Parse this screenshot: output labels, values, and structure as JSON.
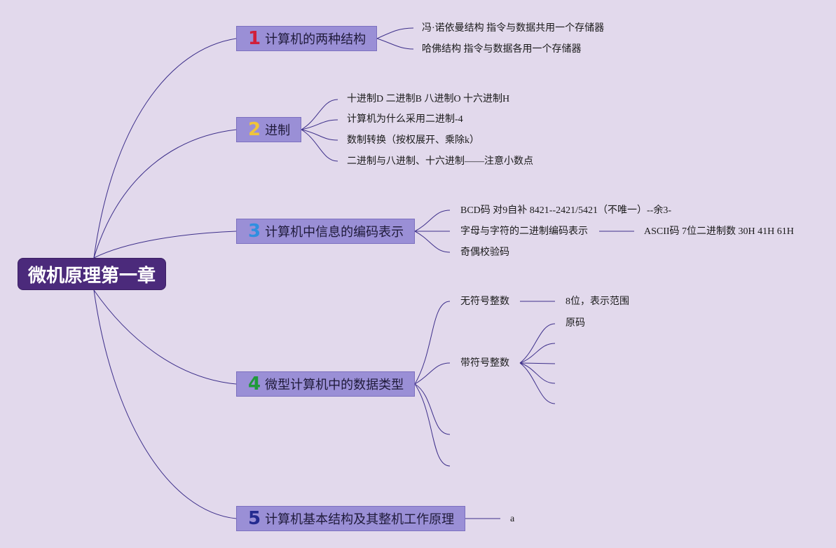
{
  "root": "微机原理第一章",
  "colors": {
    "background": "#e2d9ec",
    "root": "#4b2a7b",
    "topic": "#9a8fd6",
    "line": "#3d2f8a"
  },
  "topics": [
    {
      "num": "1",
      "label": "计算机的两种结构",
      "children": [
        "冯·诺依曼结构 指令与数据共用一个存储器",
        "哈佛结构 指令与数据各用一个存储器"
      ]
    },
    {
      "num": "2",
      "label": "进制",
      "children": [
        "十进制D 二进制B 八进制O 十六进制H",
        "计算机为什么采用二进制-4",
        "数制转换（按权展开、乘除k）",
        "二进制与八进制、十六进制——注意小数点"
      ]
    },
    {
      "num": "3",
      "label": "计算机中信息的编码表示",
      "children": [
        "BCD码 对9自补 8421--2421/5421（不唯一）--余3-",
        "字母与字符的二进制编码表示",
        "奇偶校验码"
      ],
      "grandchild": "ASCII码 7位二进制数 30H 41H 61H"
    },
    {
      "num": "4",
      "label": "微型计算机中的数据类型",
      "children": [
        "无符号整数",
        "带符号整数"
      ],
      "unsigned_child": "8位，表示范围",
      "signed_child": "原码"
    },
    {
      "num": "5",
      "label": "计算机基本结构及其整机工作原理",
      "children": [
        "a"
      ]
    }
  ]
}
